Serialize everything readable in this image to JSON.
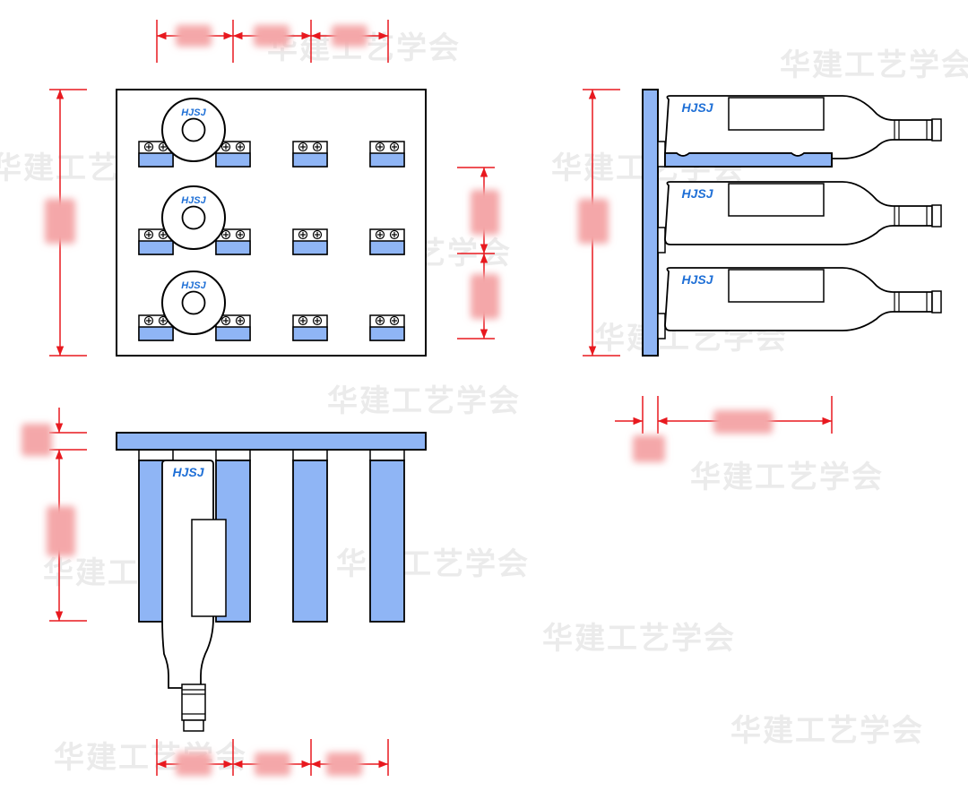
{
  "brand": {
    "logo_text": "HJSJ"
  },
  "watermark": {
    "text": "华建工艺学会"
  },
  "colors": {
    "slat_fill": "#8fb5f5",
    "outline": "#000000",
    "dimension": "#e8191f",
    "blurred_label": "#f4a7a9",
    "logo_blue": "#1e6fd6",
    "watermark": "#ebebeb"
  },
  "views": [
    "front-view",
    "side-view",
    "top-view"
  ],
  "dimension_labels": "illegible (blurred in original)"
}
